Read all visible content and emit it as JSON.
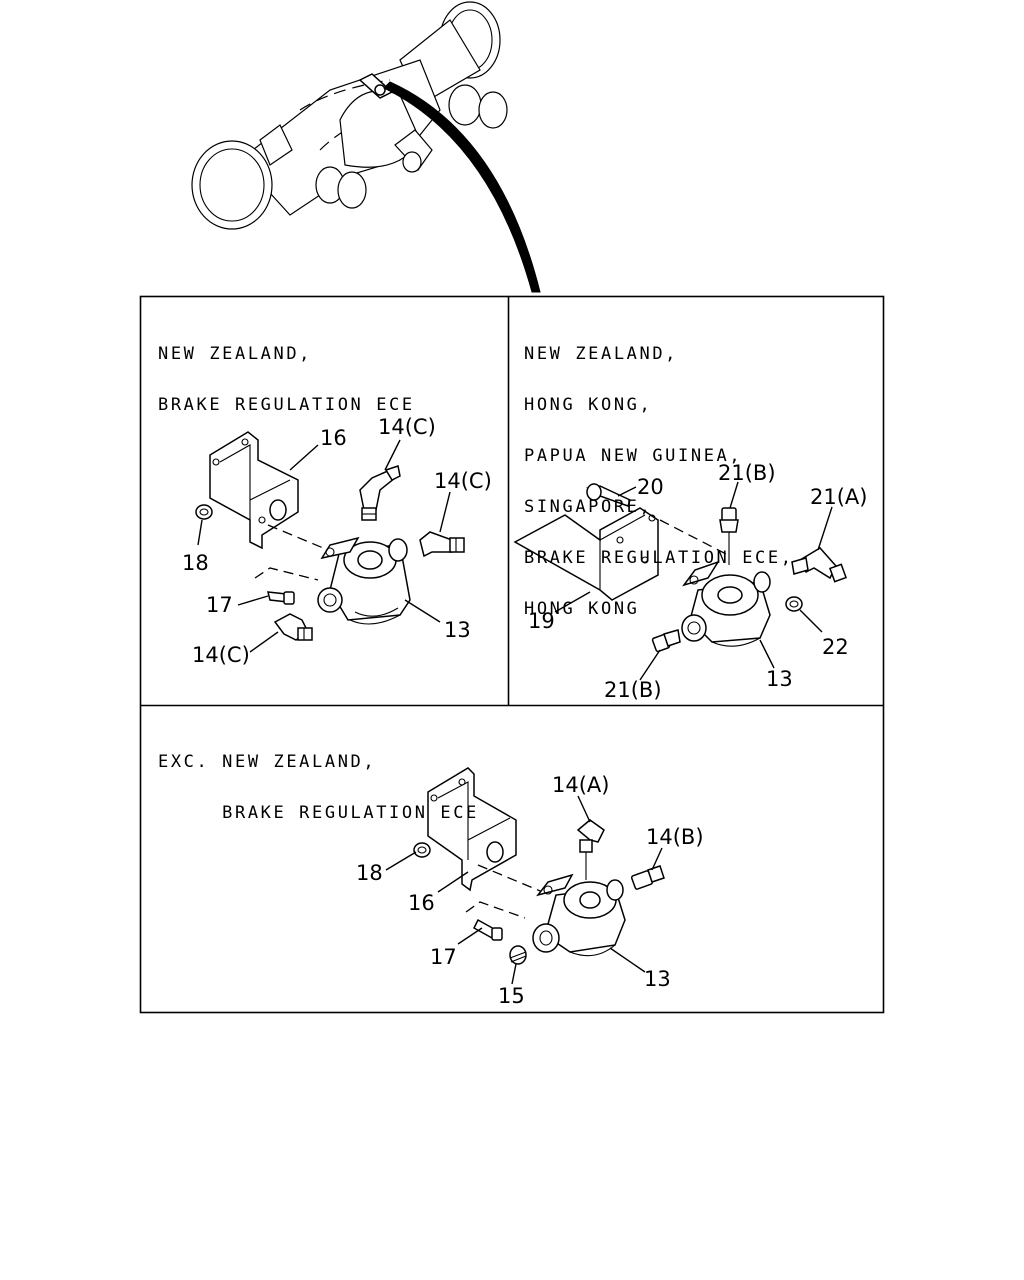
{
  "panels": {
    "top_left": {
      "caption": [
        "NEW ZEALAND,",
        "BRAKE REGULATION ECE"
      ],
      "callouts": [
        "16",
        "14(C)",
        "14(C)",
        "18",
        "17",
        "13",
        "14(C)"
      ]
    },
    "top_right": {
      "caption": [
        "NEW ZEALAND,",
        "HONG KONG,",
        "PAPUA NEW GUINEA,",
        "SINGAPORE,",
        "BRAKE REGULATION ECE,",
        "HONG KONG"
      ],
      "callouts": [
        "20",
        "21(B)",
        "21(A)",
        "19",
        "22",
        "21(B)",
        "13"
      ]
    },
    "bottom": {
      "caption": [
        "EXC. NEW ZEALAND,",
        "     BRAKE REGULATION ECE"
      ],
      "callouts": [
        "14(A)",
        "14(B)",
        "18",
        "16",
        "17",
        "15",
        "13"
      ]
    }
  }
}
